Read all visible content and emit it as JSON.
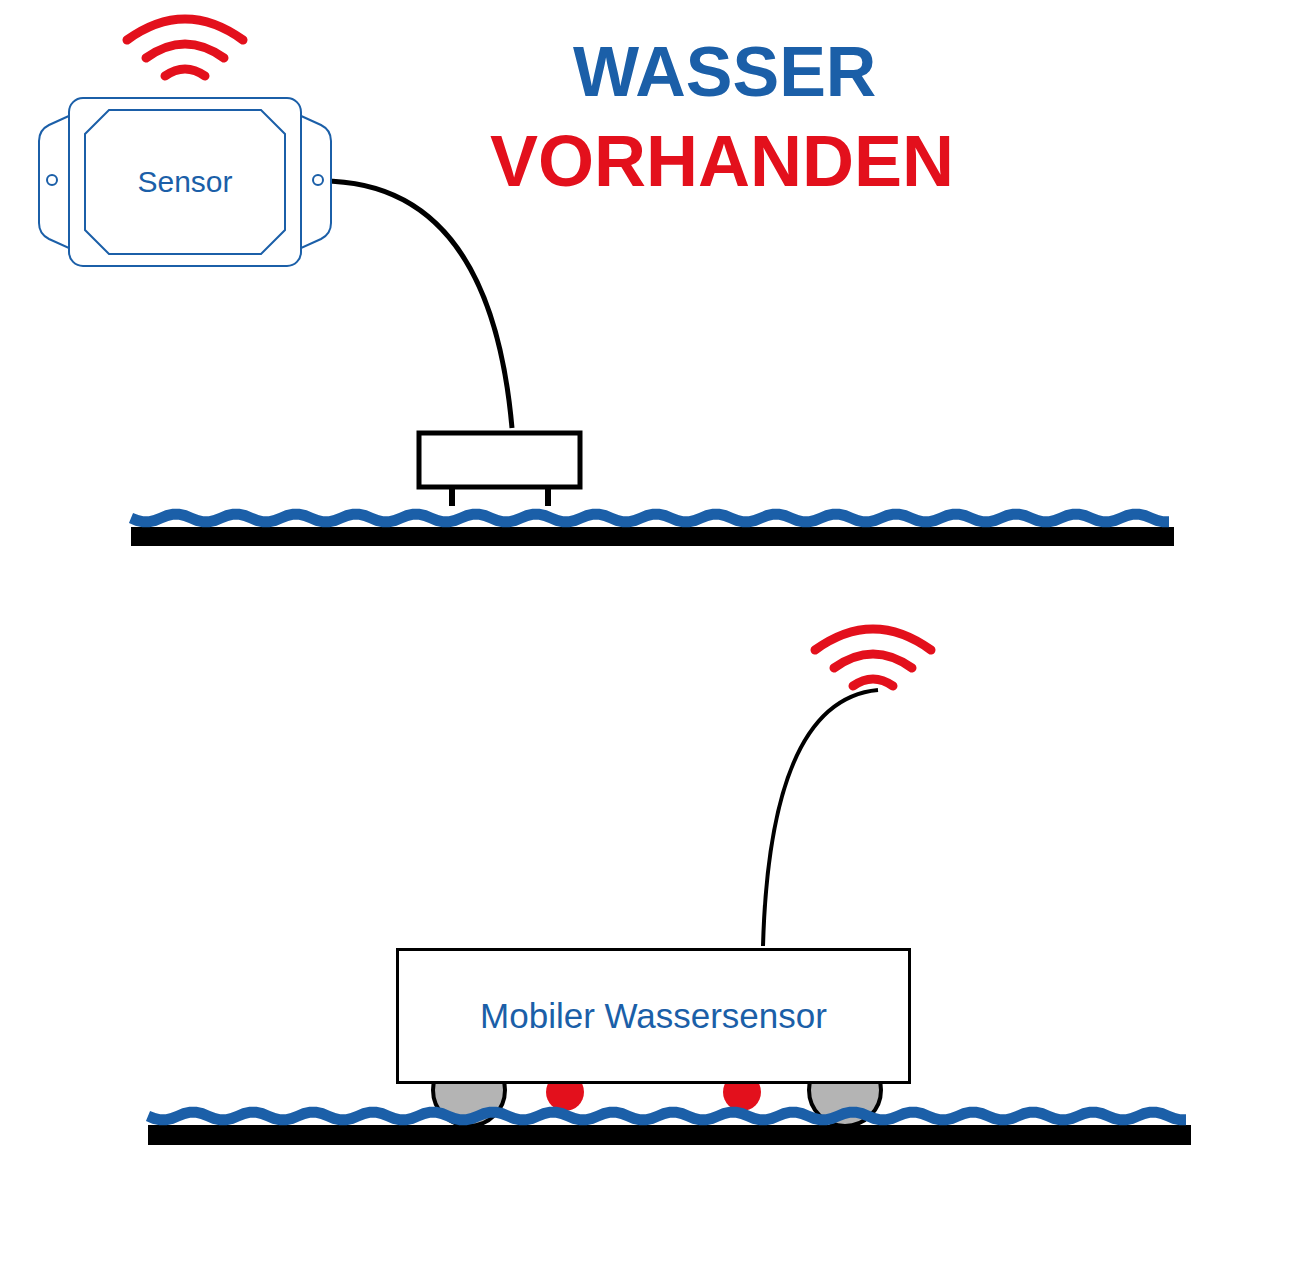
{
  "diagram": {
    "title": "WASSER",
    "nodes": [
      {
        "text": [
          "Sensor"
        ]
      },
      {
        "text": [
          "Mobiler Wassersensor"
        ]
      }
    ],
    "labels": [
      "VORHANDEN"
    ]
  }
}
